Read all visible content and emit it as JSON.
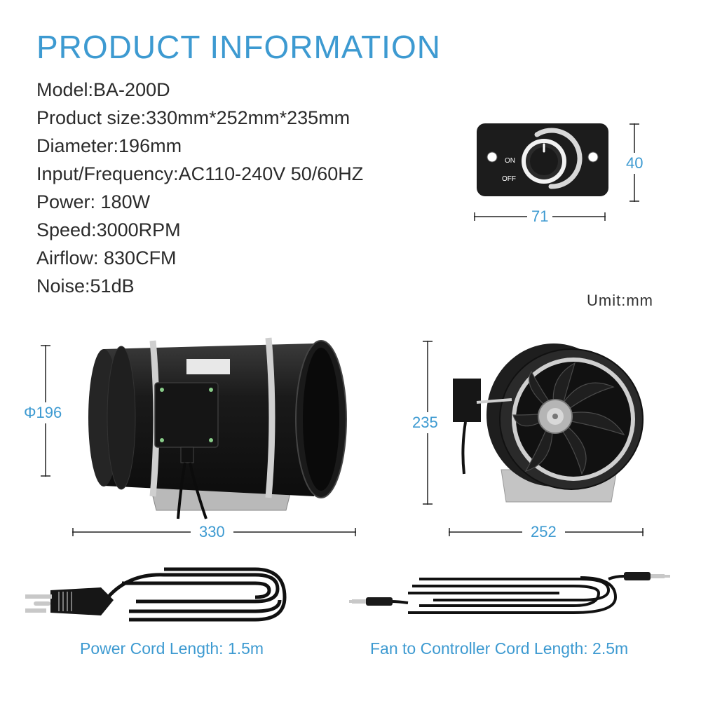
{
  "title": "PRODUCT INFORMATION",
  "specs": [
    "Model:BA-200D",
    "Product size:330mm*252mm*235mm",
    "Diameter:196mm",
    "Input/Frequency:AC110-240V 50/60HZ",
    "Power: 180W",
    "Speed:3000RPM",
    "Airflow: 830CFM",
    "Noise:51dB"
  ],
  "controller": {
    "on_label": "ON",
    "off_label": "OFF",
    "height_dim": "40",
    "width_dim": "71"
  },
  "unit_label": "Umit:mm",
  "fan_side": {
    "diameter_dim": "Φ196",
    "length_dim": "330"
  },
  "fan_front": {
    "height_dim": "235",
    "width_dim": "252"
  },
  "cords": {
    "power_caption": "Power Cord Length: 1.5m",
    "controller_caption": "Fan to Controller Cord Length: 2.5m"
  },
  "colors": {
    "accent": "#3d9ad1",
    "text": "#2b2b2b",
    "product_black": "#1c1c1c"
  }
}
